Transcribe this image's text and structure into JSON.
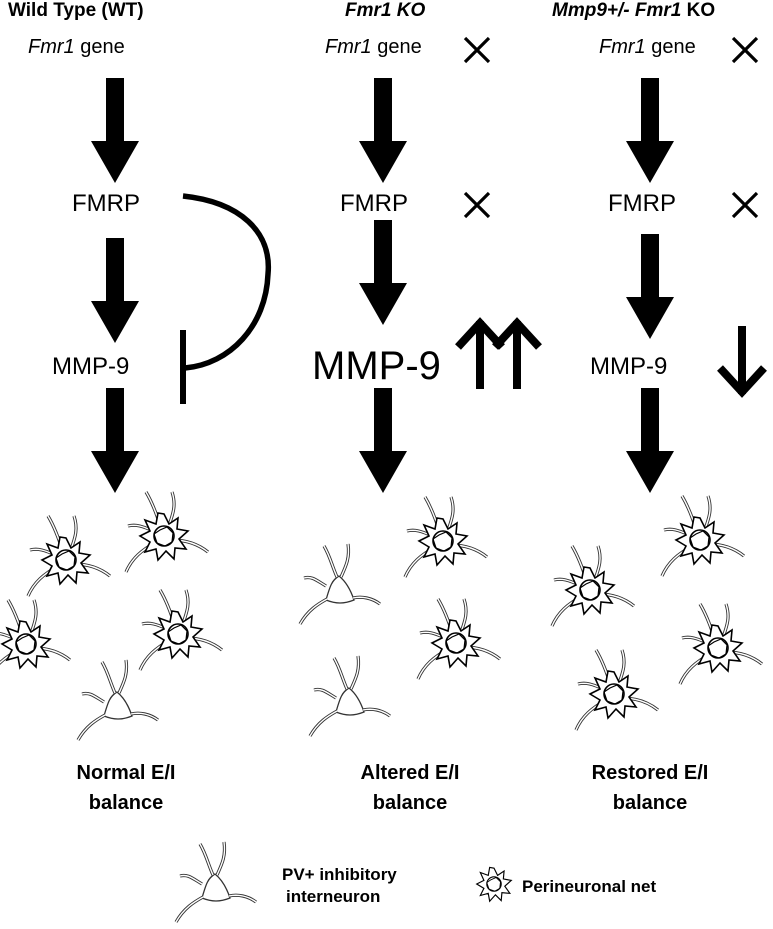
{
  "columns": [
    {
      "title": "Wild Type (WT)",
      "gene_name": "Fmr1",
      "gene_suffix": " gene",
      "protein": "FMRP",
      "mmp": "MMP-9",
      "outcome_line1": "Normal E/I",
      "outcome_line2": "balance"
    },
    {
      "title": "Fmr1 KO",
      "gene_name": "Fmr1",
      "gene_suffix": " gene",
      "protein": "FMRP",
      "mmp": "MMP-9",
      "outcome_line1": "Altered E/I",
      "outcome_line2": "balance"
    },
    {
      "title_part1": "Mmp9+/- Fmr1",
      "title_part2": " KO",
      "gene_name": "Fmr1",
      "gene_suffix": " gene",
      "protein": "FMRP",
      "mmp": "MMP-9",
      "outcome_line1": "Restored E/I",
      "outcome_line2": "balance"
    }
  ],
  "legend": {
    "interneuron_line1": "PV+ inhibitory",
    "interneuron_line2": "interneuron",
    "pnn": "Perineuronal net"
  },
  "colors": {
    "ink": "#000000",
    "cell_stroke": "#333333",
    "background": "#ffffff"
  }
}
